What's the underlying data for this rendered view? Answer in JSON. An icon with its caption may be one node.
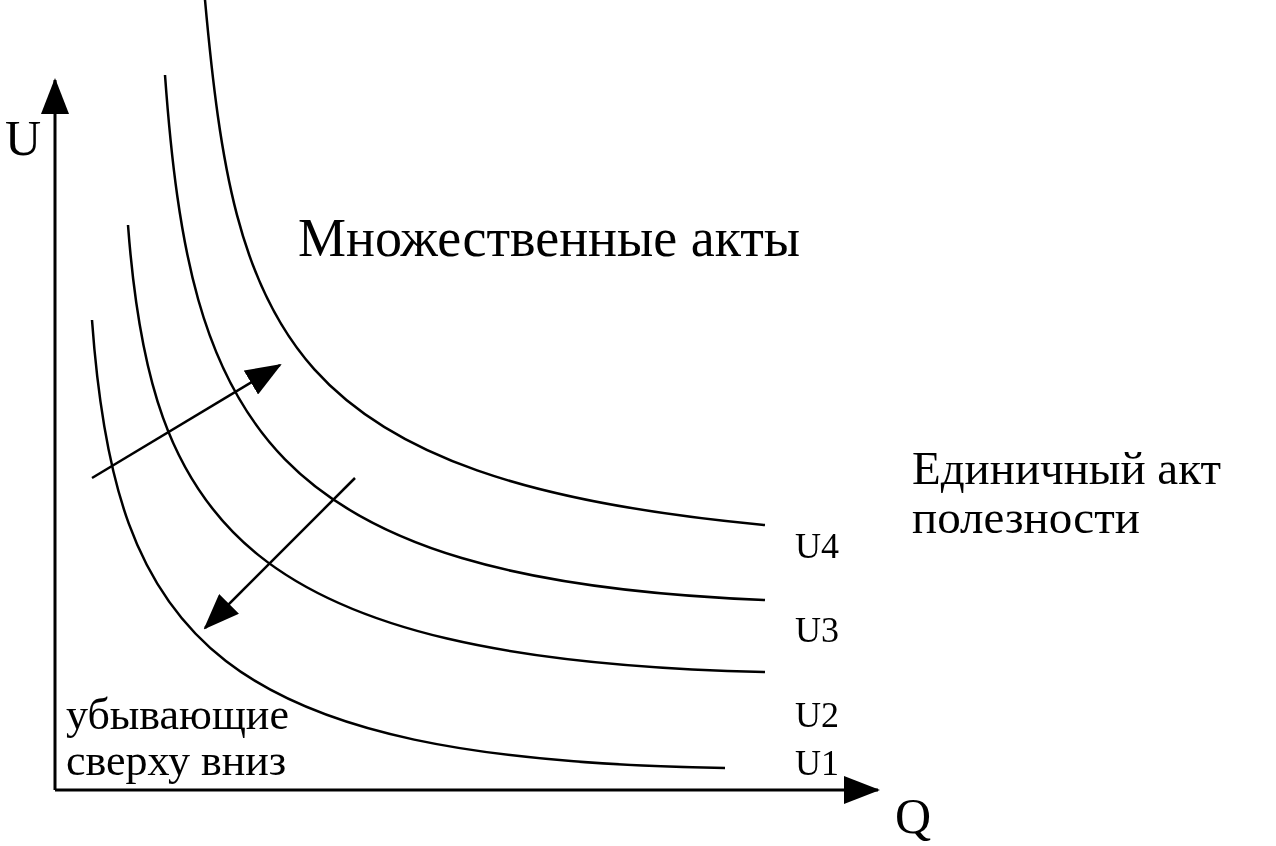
{
  "diagram": {
    "labels": [
      "U",
      "Множественные акты",
      "Единичный акт полезности",
      "U4",
      "U3",
      "U2",
      "убывающие сверху вниз",
      "U1",
      "Q"
    ]
  }
}
